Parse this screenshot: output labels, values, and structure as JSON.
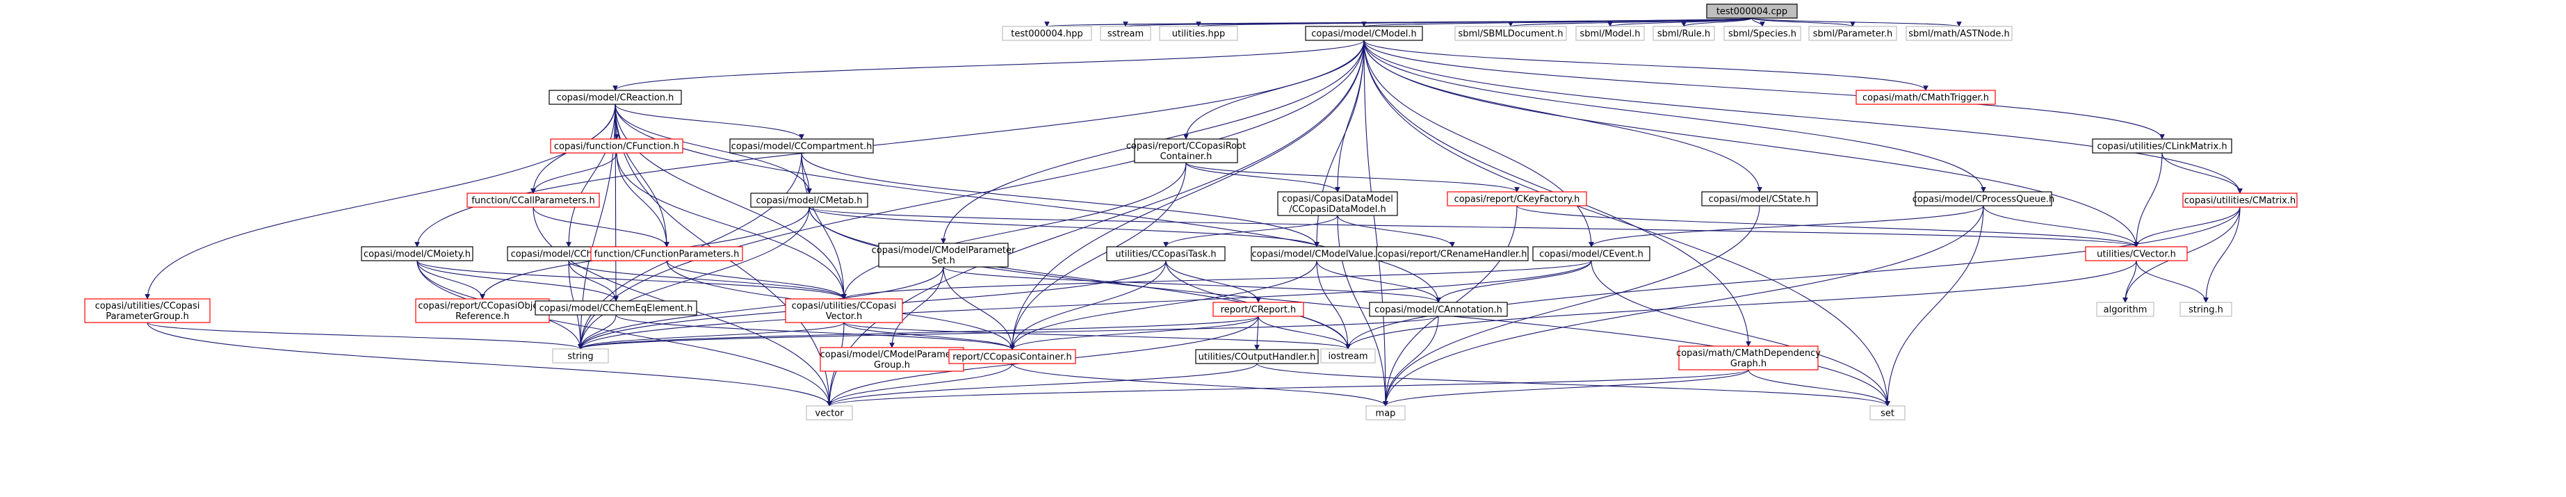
{
  "colors": {
    "edge": "#191970",
    "normal_border": "#000000",
    "missing_border": "#bfbfbf",
    "broken_border": "#ff0000",
    "root_fill": "#bfbfbf",
    "node_fill": "#ffffff",
    "text": "#000000"
  },
  "nodes": [
    {
      "id": "root",
      "kind": "root",
      "lines": [
        "test000004.cpp"
      ]
    },
    {
      "id": "hpp",
      "kind": "missing",
      "lines": [
        "test000004.hpp"
      ]
    },
    {
      "id": "sstream",
      "kind": "missing",
      "lines": [
        "sstream"
      ]
    },
    {
      "id": "utilities",
      "kind": "missing",
      "lines": [
        "utilities.hpp"
      ]
    },
    {
      "id": "cmodel",
      "kind": "normal",
      "lines": [
        "copasi/model/CModel.h"
      ]
    },
    {
      "id": "sbmldoc",
      "kind": "missing",
      "lines": [
        "sbml/SBMLDocument.h"
      ]
    },
    {
      "id": "sbmlmodel",
      "kind": "missing",
      "lines": [
        "sbml/Model.h"
      ]
    },
    {
      "id": "sbmlrule",
      "kind": "missing",
      "lines": [
        "sbml/Rule.h"
      ]
    },
    {
      "id": "sbmlspecies",
      "kind": "missing",
      "lines": [
        "sbml/Species.h"
      ]
    },
    {
      "id": "sbmlparam",
      "kind": "missing",
      "lines": [
        "sbml/Parameter.h"
      ]
    },
    {
      "id": "sbmlast",
      "kind": "missing",
      "lines": [
        "sbml/math/ASTNode.h"
      ]
    },
    {
      "id": "creaction",
      "kind": "normal",
      "lines": [
        "copasi/model/CReaction.h"
      ]
    },
    {
      "id": "cmathtrigger",
      "kind": "broken",
      "lines": [
        "copasi/math/CMathTrigger.h"
      ]
    },
    {
      "id": "cfunction",
      "kind": "broken",
      "lines": [
        "copasi/function/CFunction.h"
      ]
    },
    {
      "id": "ccompartment",
      "kind": "normal",
      "lines": [
        "copasi/model/CCompartment.h"
      ]
    },
    {
      "id": "ccopasiroot",
      "kind": "normal",
      "lines": [
        "copasi/report/CCopasiRoot",
        "Container.h"
      ]
    },
    {
      "id": "clinkmatrix",
      "kind": "normal",
      "lines": [
        "copasi/utilities/CLinkMatrix.h"
      ]
    },
    {
      "id": "ccallparams",
      "kind": "broken",
      "lines": [
        "function/CCallParameters.h"
      ]
    },
    {
      "id": "cmetab",
      "kind": "normal",
      "lines": [
        "copasi/model/CMetab.h"
      ]
    },
    {
      "id": "ccopasidatamodel",
      "kind": "normal",
      "lines": [
        "copasi/CopasiDataModel",
        "/CCopasiDataModel.h"
      ]
    },
    {
      "id": "ckeyfactory",
      "kind": "broken",
      "lines": [
        "copasi/report/CKeyFactory.h"
      ]
    },
    {
      "id": "cstate",
      "kind": "normal",
      "lines": [
        "copasi/model/CState.h"
      ]
    },
    {
      "id": "cprocessqueue",
      "kind": "normal",
      "lines": [
        "copasi/model/CProcessQueue.h"
      ]
    },
    {
      "id": "cmatrix",
      "kind": "broken",
      "lines": [
        "copasi/utilities/CMatrix.h"
      ]
    },
    {
      "id": "cmoiety",
      "kind": "normal",
      "lines": [
        "copasi/model/CMoiety.h"
      ]
    },
    {
      "id": "cchemeq",
      "kind": "normal",
      "lines": [
        "copasi/model/CChemEq.h"
      ]
    },
    {
      "id": "cfuncparams",
      "kind": "broken",
      "lines": [
        "function/CFunctionParameters.h"
      ]
    },
    {
      "id": "cmodelparamset",
      "kind": "normal",
      "lines": [
        "copasi/model/CModelParameter",
        "Set.h"
      ]
    },
    {
      "id": "ccopasitask",
      "kind": "normal",
      "lines": [
        "utilities/CCopasiTask.h"
      ]
    },
    {
      "id": "cmodelvalue",
      "kind": "normal",
      "lines": [
        "copasi/model/CModelValue.h"
      ]
    },
    {
      "id": "crenamehandler",
      "kind": "normal",
      "lines": [
        "copasi/report/CRenameHandler.h"
      ]
    },
    {
      "id": "cevent",
      "kind": "normal",
      "lines": [
        "copasi/model/CEvent.h"
      ]
    },
    {
      "id": "cvector",
      "kind": "broken",
      "lines": [
        "utilities/CVector.h"
      ]
    },
    {
      "id": "cparamgroup",
      "kind": "broken",
      "lines": [
        "copasi/utilities/CCopasi",
        "ParameterGroup.h"
      ]
    },
    {
      "id": "cobjref",
      "kind": "broken",
      "lines": [
        "copasi/report/CCopasiObject",
        "Reference.h"
      ]
    },
    {
      "id": "cchemeqelem",
      "kind": "normal",
      "lines": [
        "copasi/model/CChemEqElement.h"
      ]
    },
    {
      "id": "ccopasivector",
      "kind": "broken",
      "lines": [
        "copasi/utilities/CCopasi",
        "Vector.h"
      ]
    },
    {
      "id": "creport",
      "kind": "broken",
      "lines": [
        "report/CReport.h"
      ]
    },
    {
      "id": "cannotation",
      "kind": "normal",
      "lines": [
        "copasi/model/CAnnotation.h"
      ]
    },
    {
      "id": "algorithm",
      "kind": "missing",
      "lines": [
        "algorithm"
      ]
    },
    {
      "id": "stringh",
      "kind": "missing",
      "lines": [
        "string.h"
      ]
    },
    {
      "id": "string",
      "kind": "missing",
      "lines": [
        "string"
      ]
    },
    {
      "id": "iostream",
      "kind": "missing",
      "lines": [
        "iostream"
      ]
    },
    {
      "id": "cmodelparamgroup",
      "kind": "broken",
      "lines": [
        "copasi/model/CModelParameter",
        "Group.h"
      ]
    },
    {
      "id": "ccopasicontainer",
      "kind": "broken",
      "lines": [
        "report/CCopasiContainer.h"
      ]
    },
    {
      "id": "coutputhandler",
      "kind": "normal",
      "lines": [
        "utilities/COutputHandler.h"
      ]
    },
    {
      "id": "cmathdepgraph",
      "kind": "broken",
      "lines": [
        "copasi/math/CMathDependency",
        "Graph.h"
      ]
    },
    {
      "id": "vector",
      "kind": "missing",
      "lines": [
        "vector"
      ]
    },
    {
      "id": "map",
      "kind": "missing",
      "lines": [
        "map"
      ]
    },
    {
      "id": "set",
      "kind": "missing",
      "lines": [
        "set"
      ]
    }
  ],
  "edges": [
    [
      "root",
      "hpp"
    ],
    [
      "root",
      "sstream"
    ],
    [
      "root",
      "utilities"
    ],
    [
      "root",
      "cmodel"
    ],
    [
      "root",
      "sbmldoc"
    ],
    [
      "root",
      "sbmlmodel"
    ],
    [
      "root",
      "sbmlrule"
    ],
    [
      "root",
      "sbmlspecies"
    ],
    [
      "root",
      "sbmlparam"
    ],
    [
      "root",
      "sbmlast"
    ],
    [
      "cmodel",
      "creaction"
    ],
    [
      "cmodel",
      "cmathtrigger"
    ],
    [
      "cmodel",
      "ccopasiroot"
    ],
    [
      "cmodel",
      "clinkmatrix"
    ],
    [
      "cmodel",
      "ccopasidatamodel"
    ],
    [
      "cmodel",
      "cstate"
    ],
    [
      "cmodel",
      "cprocessqueue"
    ],
    [
      "cmodel",
      "cmatrix"
    ],
    [
      "cmodel",
      "cmoiety"
    ],
    [
      "cmodel",
      "cmodelparamset"
    ],
    [
      "cmodel",
      "cmodelvalue"
    ],
    [
      "cmodel",
      "cevent"
    ],
    [
      "cmodel",
      "cvector"
    ],
    [
      "cmodel",
      "cmathdepgraph"
    ],
    [
      "cmodel",
      "ccopasicontainer"
    ],
    [
      "cmodel",
      "string"
    ],
    [
      "cmodel",
      "vector"
    ],
    [
      "cmodel",
      "map"
    ],
    [
      "cmodel",
      "set"
    ],
    [
      "creaction",
      "cfunction"
    ],
    [
      "creaction",
      "ccompartment"
    ],
    [
      "creaction",
      "ccallparams"
    ],
    [
      "creaction",
      "cmetab"
    ],
    [
      "creaction",
      "cchemeq"
    ],
    [
      "creaction",
      "cfuncparams"
    ],
    [
      "creaction",
      "cparamgroup"
    ],
    [
      "creaction",
      "ccopasivector"
    ],
    [
      "creaction",
      "cannotation"
    ],
    [
      "creaction",
      "cchemeqelem"
    ],
    [
      "creaction",
      "string"
    ],
    [
      "creaction",
      "vector"
    ],
    [
      "cfunction",
      "ccallparams"
    ],
    [
      "cfunction",
      "cfuncparams"
    ],
    [
      "cfunction",
      "ccopasivector"
    ],
    [
      "ccompartment",
      "cmetab"
    ],
    [
      "ccompartment",
      "cmodelvalue"
    ],
    [
      "ccompartment",
      "ccopasivector"
    ],
    [
      "ccompartment",
      "string"
    ],
    [
      "ccopasiroot",
      "ccopasidatamodel"
    ],
    [
      "ccopasiroot",
      "ckeyfactory"
    ],
    [
      "ccopasiroot",
      "ccopasivector"
    ],
    [
      "ccopasiroot",
      "ccopasicontainer"
    ],
    [
      "clinkmatrix",
      "cmatrix"
    ],
    [
      "clinkmatrix",
      "cvector"
    ],
    [
      "ccallparams",
      "cfuncparams"
    ],
    [
      "ccallparams",
      "vector"
    ],
    [
      "cmetab",
      "cmodelvalue"
    ],
    [
      "cmetab",
      "cobjref"
    ],
    [
      "cmetab",
      "string"
    ],
    [
      "cmetab",
      "iostream"
    ],
    [
      "cmetab",
      "set"
    ],
    [
      "cmetab",
      "cvector"
    ],
    [
      "ccopasidatamodel",
      "ccopasitask"
    ],
    [
      "ccopasidatamodel",
      "crenamehandler"
    ],
    [
      "ccopasidatamodel",
      "map"
    ],
    [
      "ckeyfactory",
      "cvector"
    ],
    [
      "ckeyfactory",
      "map"
    ],
    [
      "cstate",
      "map"
    ],
    [
      "cprocessqueue",
      "cevent"
    ],
    [
      "cprocessqueue",
      "cvector"
    ],
    [
      "cprocessqueue",
      "map"
    ],
    [
      "cprocessqueue",
      "set"
    ],
    [
      "cmatrix",
      "cvector"
    ],
    [
      "cmatrix",
      "algorithm"
    ],
    [
      "cmatrix",
      "stringh"
    ],
    [
      "cmatrix",
      "iostream"
    ],
    [
      "cmoiety",
      "cchemeqelem"
    ],
    [
      "cmoiety",
      "cobjref"
    ],
    [
      "cmoiety",
      "ccopasivector"
    ],
    [
      "cmoiety",
      "string"
    ],
    [
      "cmoiety",
      "vector"
    ],
    [
      "cchemeq",
      "cchemeqelem"
    ],
    [
      "cchemeq",
      "ccopasivector"
    ],
    [
      "cchemeq",
      "string"
    ],
    [
      "cfuncparams",
      "ccopasivector"
    ],
    [
      "cfuncparams",
      "ccopasicontainer"
    ],
    [
      "cmodelparamset",
      "cmodelparamgroup"
    ],
    [
      "cmodelparamset",
      "ccopasicontainer"
    ],
    [
      "cmodelparamset",
      "cannotation"
    ],
    [
      "cmodelparamset",
      "string"
    ],
    [
      "ccopasitask",
      "creport"
    ],
    [
      "ccopasitask",
      "ccopasicontainer"
    ],
    [
      "ccopasitask",
      "iostream"
    ],
    [
      "ccopasitask",
      "string"
    ],
    [
      "cmodelvalue",
      "cannotation"
    ],
    [
      "cmodelvalue",
      "ccopasicontainer"
    ],
    [
      "cmodelvalue",
      "iostream"
    ],
    [
      "cevent",
      "cannotation"
    ],
    [
      "cevent",
      "ccopasivector"
    ],
    [
      "cevent",
      "string"
    ],
    [
      "cevent",
      "set"
    ],
    [
      "cvector",
      "algorithm"
    ],
    [
      "cvector",
      "stringh"
    ],
    [
      "cvector",
      "iostream"
    ],
    [
      "cparamgroup",
      "string"
    ],
    [
      "cparamgroup",
      "vector"
    ],
    [
      "cchemeqelem",
      "ccopasicontainer"
    ],
    [
      "cchemeqelem",
      "string"
    ],
    [
      "ccopasivector",
      "ccopasicontainer"
    ],
    [
      "ccopasivector",
      "vector"
    ],
    [
      "ccopasivector",
      "string"
    ],
    [
      "ccopasivector",
      "iostream"
    ],
    [
      "creport",
      "ccopasicontainer"
    ],
    [
      "creport",
      "coutputhandler"
    ],
    [
      "creport",
      "iostream"
    ],
    [
      "creport",
      "string"
    ],
    [
      "creport",
      "vector"
    ],
    [
      "cannotation",
      "string"
    ],
    [
      "cannotation",
      "map"
    ],
    [
      "ccopasicontainer",
      "vector"
    ],
    [
      "ccopasicontainer",
      "map"
    ],
    [
      "coutputhandler",
      "vector"
    ],
    [
      "coutputhandler",
      "set"
    ],
    [
      "cmathdepgraph",
      "vector"
    ],
    [
      "cmathdepgraph",
      "map"
    ],
    [
      "cmathdepgraph",
      "set"
    ]
  ]
}
